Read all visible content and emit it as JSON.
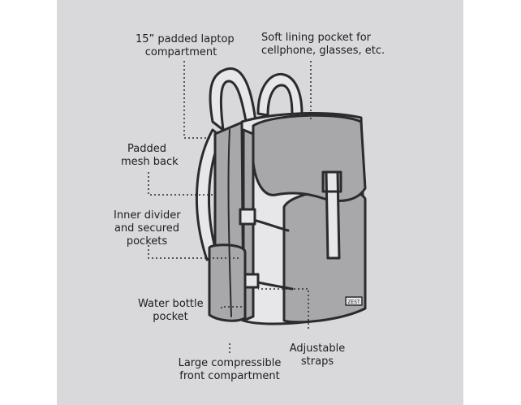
{
  "labels": {
    "laptop": [
      "15” padded laptop",
      "compartment"
    ],
    "soft_pocket": [
      "Soft lining pocket for",
      "cellphone, glasses, etc."
    ],
    "mesh_back": [
      "Padded",
      "mesh back"
    ],
    "inner_divider": [
      "Inner divider",
      "and secured",
      "pockets"
    ],
    "water_bottle": [
      "Water bottle",
      "pocket"
    ],
    "straps": [
      "Adjustable",
      "straps"
    ],
    "front_compartment": [
      "Large compressible",
      "front compartment"
    ]
  },
  "logo_text": "ZEST",
  "colors": {
    "background": "#d9d8db",
    "bag_body": "#a8a8ab",
    "bag_front": "#e7e7e9",
    "outline": "#2b2b2d",
    "text": "#1d1d1f"
  }
}
